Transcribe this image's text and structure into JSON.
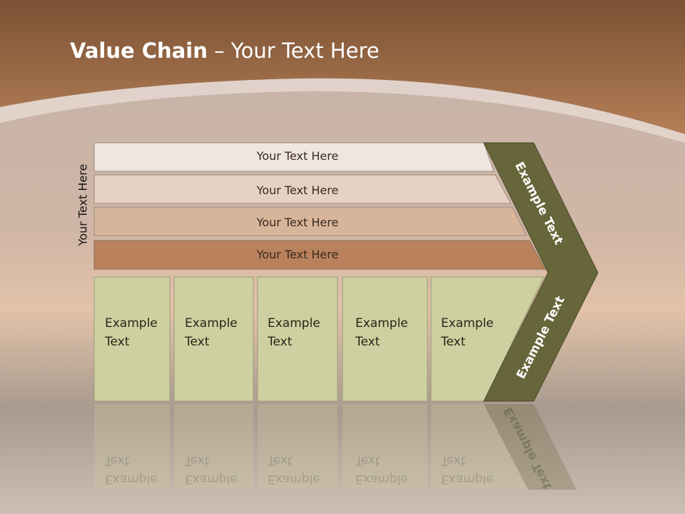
{
  "title": {
    "bold": "Value Chain",
    "rest": " – Your Text Here"
  },
  "side_label": "Your Text Here",
  "support_bars": [
    "Your Text Here",
    "Your Text Here",
    "Your Text Here",
    "Your Text Here"
  ],
  "primary_blocks": [
    "Example\nText",
    "Example\nText",
    "Example\nText",
    "Example\nText",
    "Example\nText"
  ],
  "chevron_labels": {
    "top": "Example Text",
    "bottom": "Example Text"
  },
  "colors": {
    "header": "#9c6a45",
    "bar1": "#efe6df",
    "bar2": "#e6d2c2",
    "bar3": "#d7b59b",
    "bar4": "#b9825d",
    "block": "#cfd0a1",
    "chevron": "#66663a"
  }
}
